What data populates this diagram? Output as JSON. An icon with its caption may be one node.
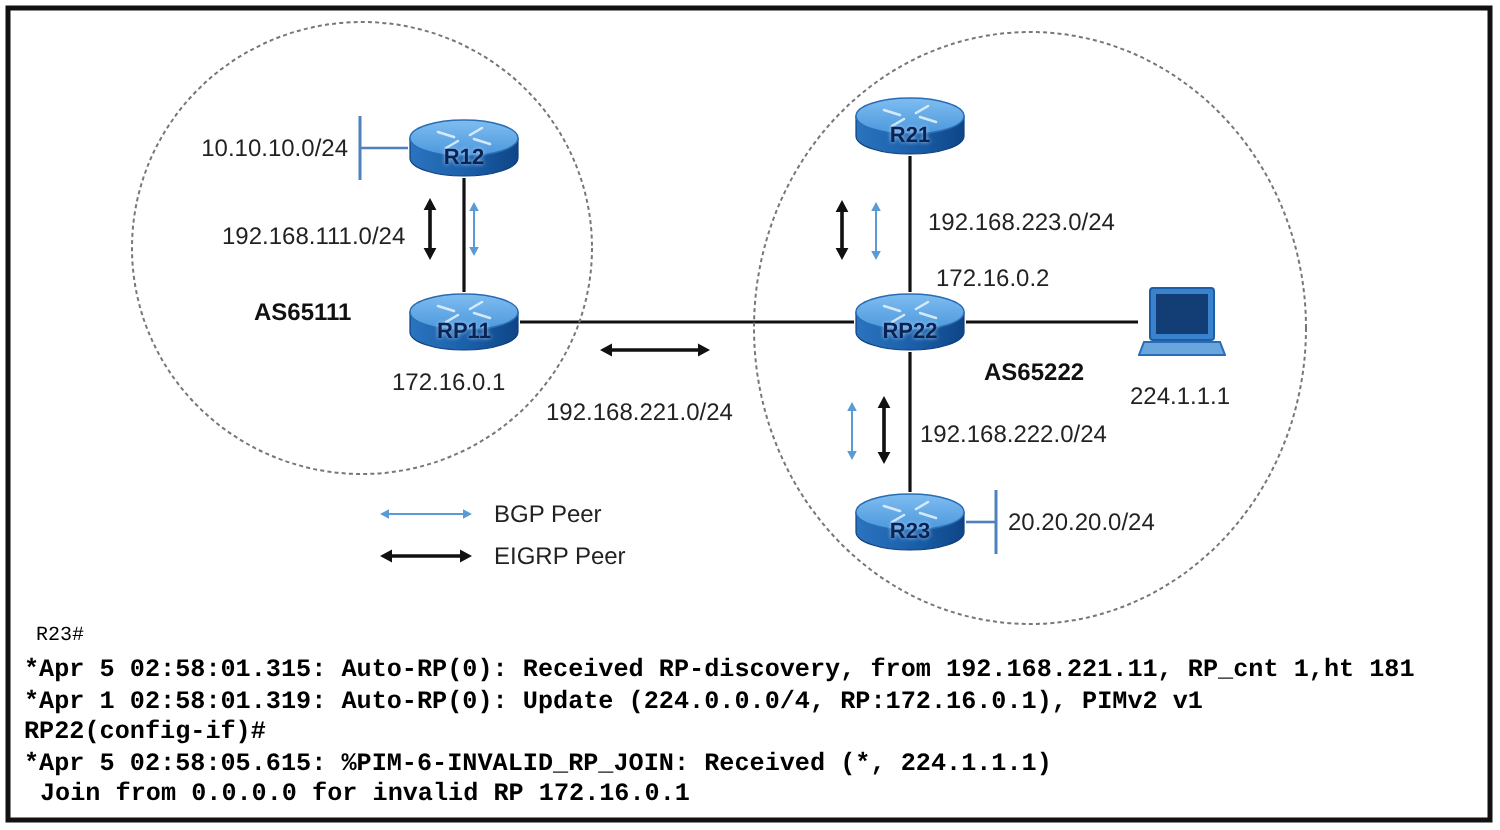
{
  "diagram": {
    "nodes": [
      {
        "text": [
          "AS65111"
        ]
      },
      {
        "text": [
          "10.10.10.0/24"
        ],
        "in": 0
      },
      {
        "text": [
          "R12"
        ],
        "in": 0
      },
      {
        "text": [
          "RP11"
        ],
        "in": 0,
        "beside": [
          "172.16.0.1"
        ]
      },
      {
        "text": [
          "AS65222"
        ]
      },
      {
        "text": [
          "R21"
        ],
        "in": 4
      },
      {
        "text": [
          "RP22"
        ],
        "in": 4,
        "beside": [
          "172.16.0.2"
        ]
      },
      {
        "text": [],
        "shape": "picture",
        "in": 4,
        "beside": [
          "224.1.1.1"
        ]
      },
      {
        "text": [
          "R23"
        ],
        "in": 4
      },
      {
        "text": [
          "20.20.20.0/24"
        ],
        "in": 4
      }
    ],
    "edges": [
      {
        "from": 2,
        "to": 1,
        "arrow": "other",
        "color": "#4f81bd"
      },
      {
        "from": 2,
        "to": 3,
        "arrow": "none",
        "label": "192.168.111.0/24"
      },
      {
        "from": 3,
        "to": 6,
        "arrow": "none",
        "label": "192.168.221.0/24"
      },
      {
        "from": 5,
        "to": 6,
        "arrow": "none",
        "label": "192.168.223.0/24"
      },
      {
        "from": 6,
        "to": 7,
        "arrow": "none"
      },
      {
        "from": 6,
        "to": 8,
        "arrow": "none",
        "label": "192.168.222.0/24"
      },
      {
        "from": 8,
        "to": 9,
        "arrow": "other",
        "color": "#4f81bd"
      }
    ],
    "labels": [
      "R23#",
      "*Apr 5 02:58:01.315: Auto-RP(0): Received RP-discovery, from 192.168.221.11, RP_cnt 1,ht 181",
      "*Apr 1 02:58:01.319: Auto-RP(0): Update (224.0.0.0/4, RP:172.16.0.1), PIMv2 v1",
      "RP22(config-if)#",
      "*Apr 5 02:58:05.615: %PIM-6-INVALID_RP_JOIN: Received (*, 224.1.1.1)",
      "Join from 0.0.0.0 for invalid RP 172.16.0.1"
    ],
    "legend": [
      {
        "text": "BGP Peer"
      },
      {
        "text": "EIGRP Peer"
      }
    ]
  }
}
